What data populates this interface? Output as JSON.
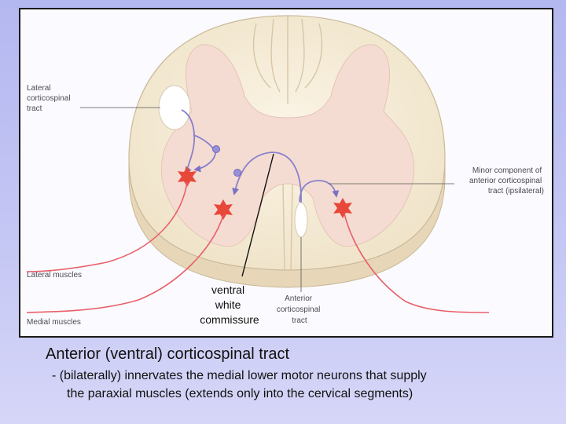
{
  "figure": {
    "labels": {
      "lateral_ct": [
        "Lateral",
        "corticospinal",
        "tract"
      ],
      "minor_component": [
        "Minor component of",
        "anterior corticospinal",
        "tract (ipsilateral)"
      ],
      "lateral_muscles": "Lateral muscles",
      "medial_muscles": "Medial muscles",
      "anterior_ct": [
        "Anterior",
        "corticospinal",
        "tract"
      ],
      "ventral_commissure": [
        "ventral",
        "white",
        "commissure"
      ]
    },
    "colors": {
      "tract": "#8880cc",
      "motor_neuron": "#e8483a",
      "axon": "#e8606a",
      "grey_matter": "#f5dcd2",
      "white_matter": "#f8efdc"
    }
  },
  "caption": {
    "title": "Anterior (ventral) corticospinal tract",
    "line1": "- (bilaterally) innervates the medial lower motor neurons that supply",
    "line2": "the paraxial muscles (extends only into the cervical segments)"
  }
}
